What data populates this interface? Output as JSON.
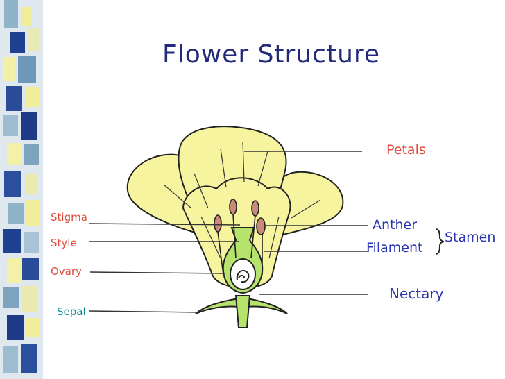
{
  "slide": {
    "title": "Flower Structure"
  },
  "labels": {
    "petals": "Petals",
    "anther": "Anther",
    "filament": "Filament",
    "stamen": "Stamen",
    "nectary": "Nectary",
    "stigma": "Stigma",
    "style": "Style",
    "ovary": "Ovary",
    "sepal": "Sepal"
  },
  "colors": {
    "title": "#222a7a",
    "petal_fill": "#f7f4a0",
    "stem_fill": "#b6e36b",
    "anther_fill": "#c98a7a",
    "label_pink": "#e24a3b",
    "label_blue": "#2a35b0",
    "label_teal": "#0e8a8a"
  }
}
